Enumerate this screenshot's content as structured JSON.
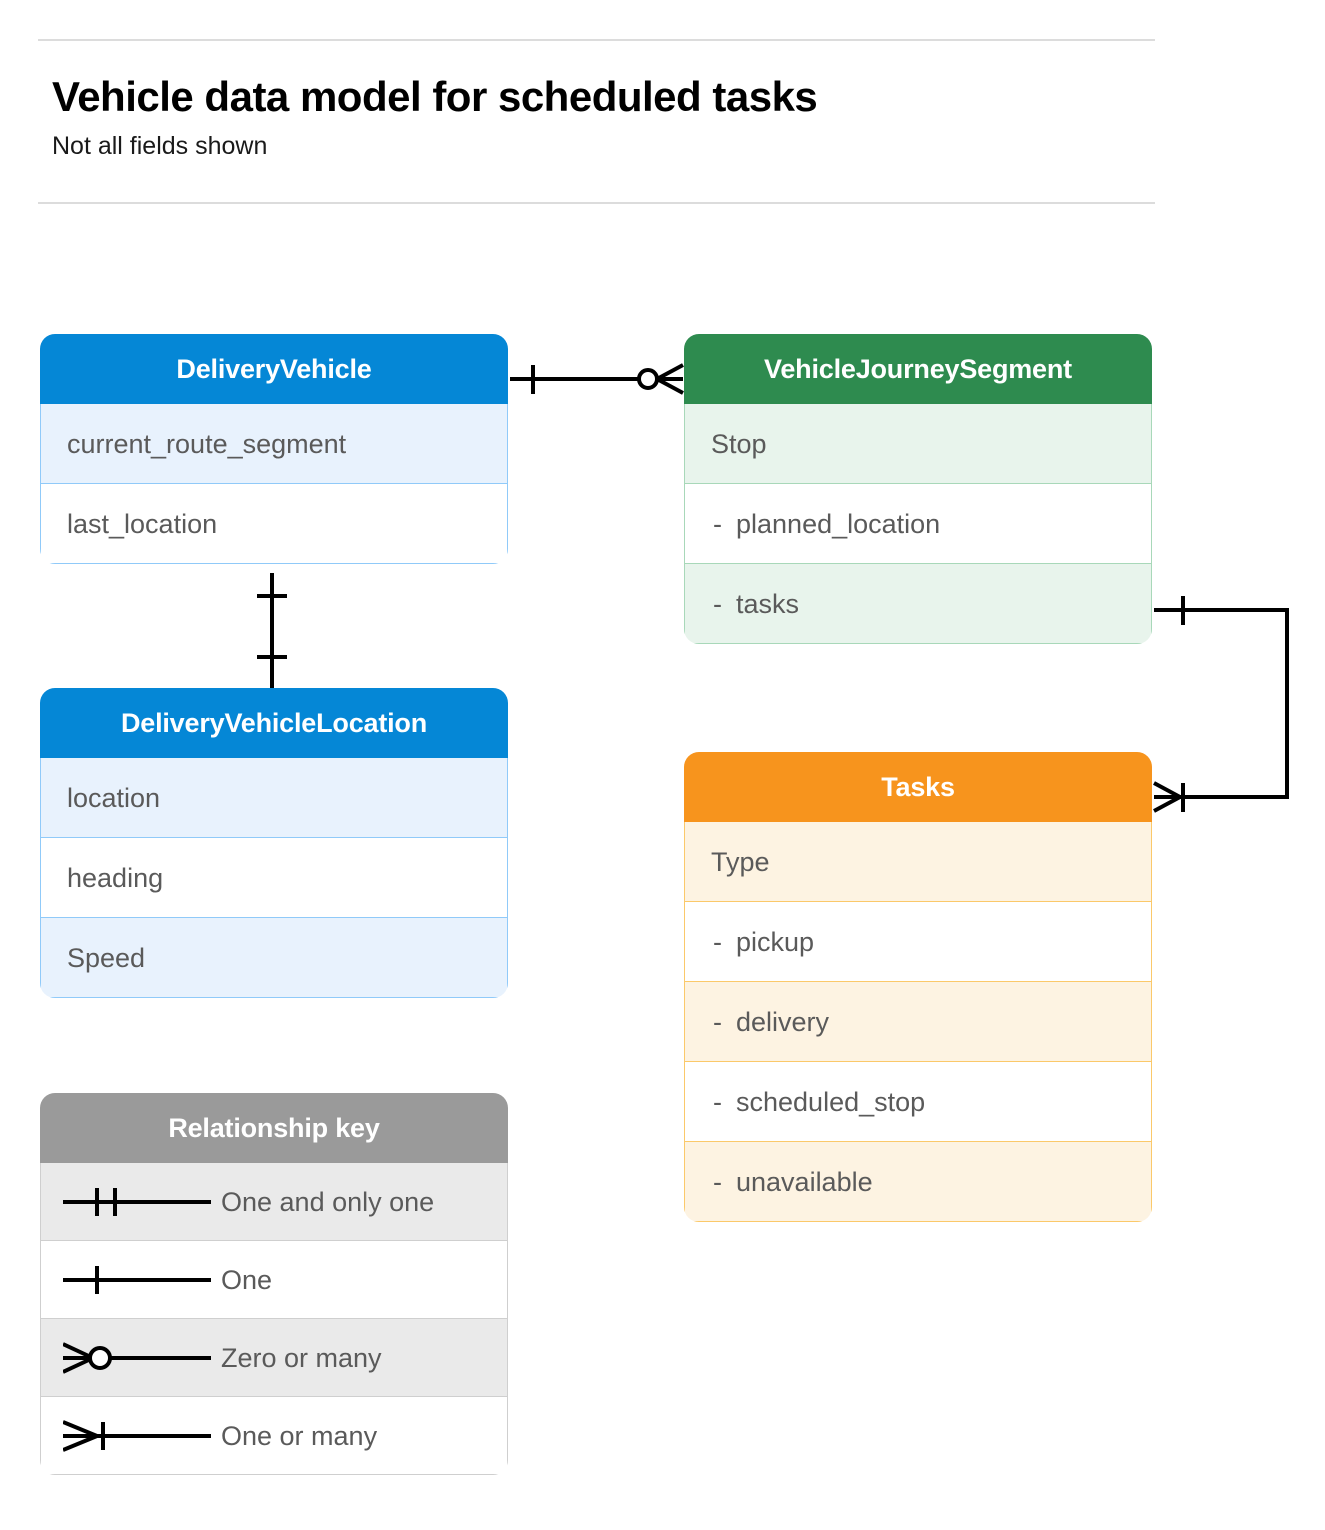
{
  "header": {
    "title": "Vehicle data model for scheduled tasks",
    "subtitle": "Not all fields shown"
  },
  "colors": {
    "blue_header": "#0587d6",
    "blue_row_alt": "#e8f2fd",
    "blue_border": "#90caf9",
    "green_header": "#2e8b4f",
    "green_row_alt": "#e8f4ec",
    "green_border": "#a8d8b9",
    "orange_header": "#f7941d",
    "orange_row_alt": "#fdf3e2",
    "orange_border": "#fbc96a",
    "gray_header": "#9a9a9a",
    "gray_row_alt": "#eaeaea",
    "gray_border": "#cfcfcf",
    "row_text": "#5a5a5a",
    "rule": "#dcdcdc",
    "connector": "#000000"
  },
  "entities": [
    {
      "id": "delivery-vehicle",
      "title": "DeliveryVehicle",
      "palette": "blue",
      "rows": [
        {
          "label": "current_route_segment",
          "sub": false
        },
        {
          "label": "last_location",
          "sub": false
        }
      ]
    },
    {
      "id": "delivery-vehicle-location",
      "title": "DeliveryVehicleLocation",
      "palette": "blue",
      "rows": [
        {
          "label": "location",
          "sub": false
        },
        {
          "label": "heading",
          "sub": false
        },
        {
          "label": "Speed",
          "sub": false
        }
      ]
    },
    {
      "id": "vehicle-journey-segment",
      "title": "VehicleJourneySegment",
      "palette": "green",
      "rows": [
        {
          "label": "Stop",
          "sub": false
        },
        {
          "label": "planned_location",
          "sub": true,
          "dash": "-"
        },
        {
          "label": "tasks",
          "sub": true,
          "dash": "-"
        }
      ]
    },
    {
      "id": "tasks",
      "title": "Tasks",
      "palette": "orange",
      "rows": [
        {
          "label": "Type",
          "sub": false
        },
        {
          "label": "pickup",
          "sub": true,
          "dash": "-"
        },
        {
          "label": "delivery",
          "sub": true,
          "dash": "-"
        },
        {
          "label": "scheduled_stop",
          "sub": true,
          "dash": "-"
        },
        {
          "label": "unavailable",
          "sub": true,
          "dash": "-"
        }
      ]
    }
  ],
  "legend": {
    "title": "Relationship key",
    "items": [
      {
        "symbol": "one-and-only-one",
        "label": "One and only one"
      },
      {
        "symbol": "one",
        "label": "One"
      },
      {
        "symbol": "zero-or-many",
        "label": "Zero or many"
      },
      {
        "symbol": "one-or-many",
        "label": "One or many"
      }
    ]
  },
  "relationships": [
    {
      "id": "vehicle-to-journey-segment",
      "from": "DeliveryVehicle",
      "to": "VehicleJourneySegment",
      "from_cardinality": "one",
      "to_cardinality": "zero-or-many"
    },
    {
      "id": "vehicle-to-vehicle-location",
      "from": "DeliveryVehicle",
      "to": "DeliveryVehicleLocation",
      "from_cardinality": "one",
      "to_cardinality": "one"
    },
    {
      "id": "journey-segment-tasks-to-tasks",
      "from": "VehicleJourneySegment.tasks",
      "to": "Tasks",
      "from_cardinality": "one",
      "to_cardinality": "one-or-many"
    }
  ]
}
